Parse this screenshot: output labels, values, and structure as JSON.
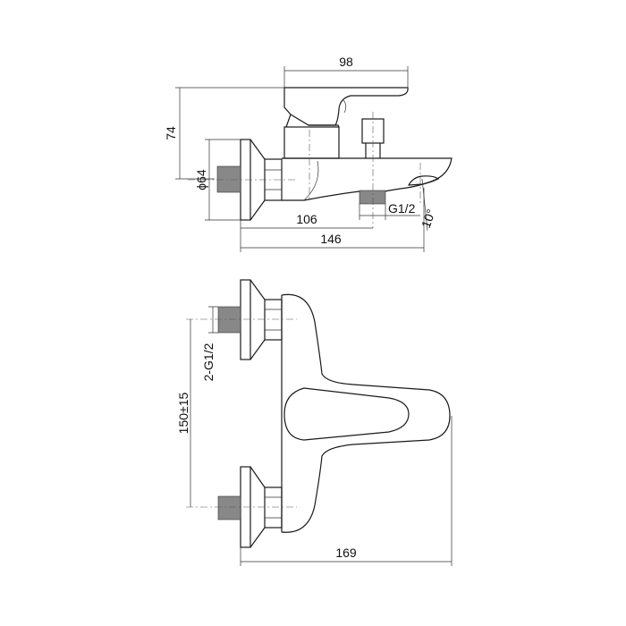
{
  "drawing": {
    "side_view": {
      "dim_handle_length": "98",
      "dim_height": "74",
      "dim_flange_diameter": "ϕ64",
      "dim_outlet_distance": "106",
      "dim_total_length": "146",
      "dim_outlet_thread": "G1/2",
      "dim_spout_angle": "10°"
    },
    "top_view": {
      "dim_inlet_thread": "2-G1/2",
      "dim_inlet_spacing": "150±15",
      "dim_total_depth": "169"
    }
  }
}
